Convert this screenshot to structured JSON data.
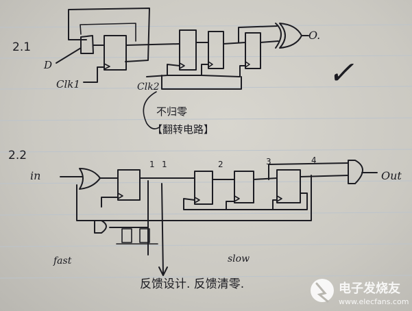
{
  "section_1": {
    "number": "2.1",
    "input_d": "D",
    "clk1": "Clk1",
    "clk2": "Clk2",
    "output": "O.",
    "annotation_line1": "不归零",
    "annotation_line2": "【翻转电路】",
    "check_mark": "✓"
  },
  "section_2": {
    "number": "2.2",
    "input": "in",
    "output": "Out",
    "taps": [
      "1",
      "1",
      "2",
      "3",
      "4"
    ],
    "fast": "fast",
    "slow": "slow",
    "caption": "反馈设计. 反馈清零."
  },
  "watermark": {
    "brand": "电子发烧友",
    "url": "www.elecfans.com",
    "color": "#ffffff"
  }
}
